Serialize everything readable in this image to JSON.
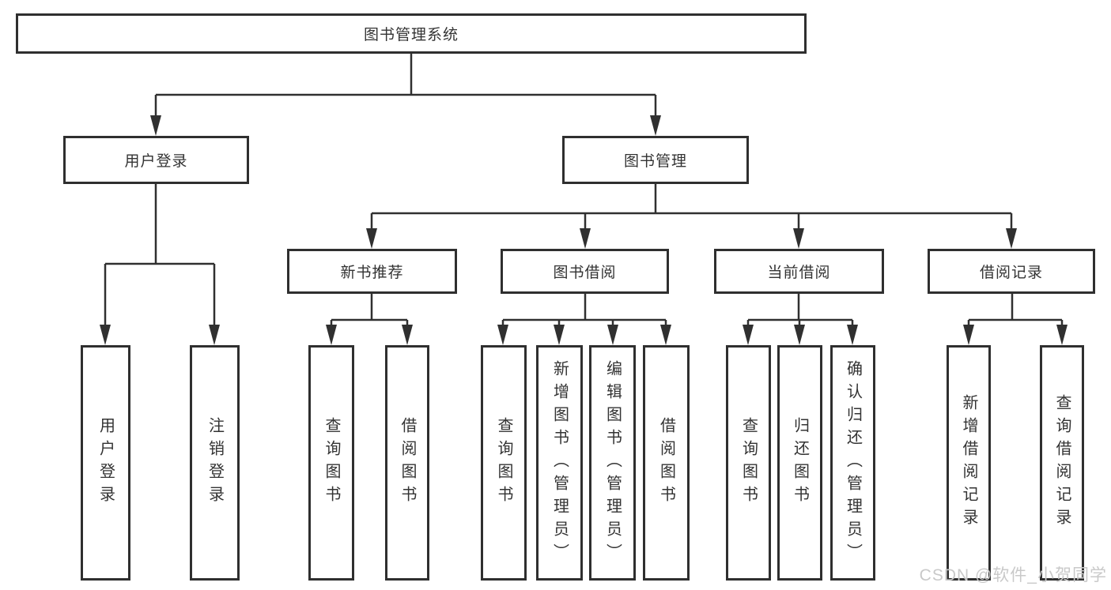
{
  "nodes": {
    "root": {
      "label": "图书管理系统"
    },
    "user_login": {
      "label": "用户登录"
    },
    "book_mgmt": {
      "label": "图书管理"
    },
    "new_book_rec": {
      "label": "新书推荐"
    },
    "book_borrow": {
      "label": "图书借阅"
    },
    "current_borrow": {
      "label": "当前借阅"
    },
    "borrow_records": {
      "label": "借阅记录"
    },
    "leaf_user_login": {
      "label": "用户登录"
    },
    "leaf_logout": {
      "label": "注销登录"
    },
    "leaf_rec_query": {
      "label": "查询图书"
    },
    "leaf_rec_borrow": {
      "label": "借阅图书"
    },
    "leaf_bb_query": {
      "label": "查询图书"
    },
    "leaf_bb_add": {
      "label": "新增图书（管理员）"
    },
    "leaf_bb_edit": {
      "label": "编辑图书（管理员）"
    },
    "leaf_bb_borrow": {
      "label": "借阅图书"
    },
    "leaf_cb_query": {
      "label": "查询图书"
    },
    "leaf_cb_return": {
      "label": "归还图书"
    },
    "leaf_cb_confirm": {
      "label": "确认归还（管理员）"
    },
    "leaf_br_add": {
      "label": "新增借阅记录"
    },
    "leaf_br_query": {
      "label": "查询借阅记录"
    }
  },
  "hierarchy": {
    "root": [
      "user_login",
      "book_mgmt"
    ],
    "user_login": [
      "leaf_user_login",
      "leaf_logout"
    ],
    "book_mgmt": [
      "new_book_rec",
      "book_borrow",
      "current_borrow",
      "borrow_records"
    ],
    "new_book_rec": [
      "leaf_rec_query",
      "leaf_rec_borrow"
    ],
    "book_borrow": [
      "leaf_bb_query",
      "leaf_bb_add",
      "leaf_bb_edit",
      "leaf_bb_borrow"
    ],
    "current_borrow": [
      "leaf_cb_query",
      "leaf_cb_return",
      "leaf_cb_confirm"
    ],
    "borrow_records": [
      "leaf_br_add",
      "leaf_br_query"
    ]
  },
  "watermark": {
    "text": "CSDN @软件_小贺同学"
  },
  "colors": {
    "line": "#303030",
    "box_border": "#2f2f2f",
    "box_bg": "#ffffff",
    "text": "#333333",
    "watermark": "#c9c9c9"
  }
}
